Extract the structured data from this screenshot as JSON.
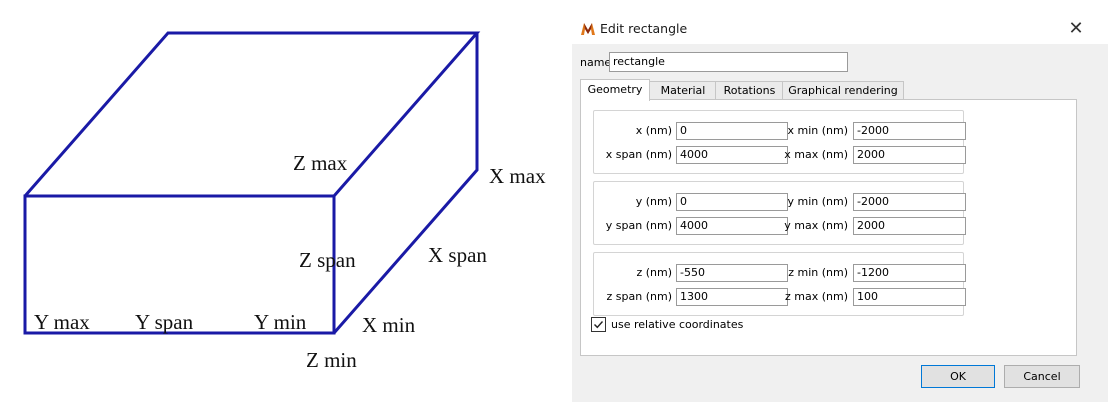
{
  "diagram": {
    "labels": {
      "z_max": "Z max",
      "x_max": "X max",
      "z_span": "Z span",
      "x_span": "X span",
      "y_max": "Y max",
      "y_span": "Y span",
      "y_min": "Y min",
      "x_min": "X min",
      "z_min": "Z min"
    },
    "line_color": "#1a1aa6"
  },
  "dialog": {
    "title": "Edit rectangle",
    "app_icon": "app-logo-icon",
    "close_label": "✕",
    "name_label": "name",
    "name_value": "rectangle",
    "tabs": [
      {
        "label": "Geometry",
        "active": true
      },
      {
        "label": "Material",
        "active": false
      },
      {
        "label": "Rotations",
        "active": false
      },
      {
        "label": "Graphical rendering",
        "active": false
      }
    ],
    "groups": [
      {
        "fields": [
          {
            "label": "x (nm)",
            "value": "0"
          },
          {
            "label": "x min (nm)",
            "value": "-2000"
          },
          {
            "label": "x span (nm)",
            "value": "4000"
          },
          {
            "label": "x max (nm)",
            "value": "2000"
          }
        ]
      },
      {
        "fields": [
          {
            "label": "y (nm)",
            "value": "0"
          },
          {
            "label": "y min (nm)",
            "value": "-2000"
          },
          {
            "label": "y span (nm)",
            "value": "4000"
          },
          {
            "label": "y max (nm)",
            "value": "2000"
          }
        ]
      },
      {
        "fields": [
          {
            "label": "z (nm)",
            "value": "-550"
          },
          {
            "label": "z min (nm)",
            "value": "-1200"
          },
          {
            "label": "z span (nm)",
            "value": "1300"
          },
          {
            "label": "z max (nm)",
            "value": "100"
          }
        ]
      }
    ],
    "use_relative_label": "use relative coordinates",
    "use_relative_checked": true,
    "ok_label": "OK",
    "cancel_label": "Cancel",
    "accent_color": "#0078d7"
  }
}
